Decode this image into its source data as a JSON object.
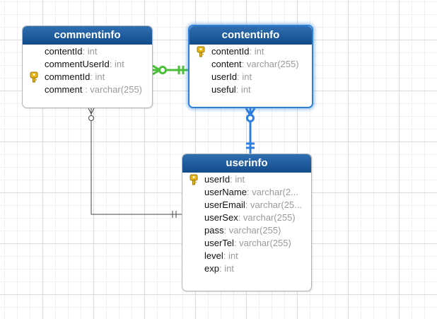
{
  "colors": {
    "header_top": "#2f6fb2",
    "header_bottom": "#124b8a",
    "selected_border": "#2d7fd8",
    "relation_green": "#4cbf3a",
    "relation_blue": "#2f7fe0",
    "relation_gray": "#444444",
    "key_icon": "#e6b416",
    "type_text": "#9a9a9a"
  },
  "entities": [
    {
      "id": "commentinfo",
      "title": "commentinfo",
      "selected": false,
      "fields": [
        {
          "name": "contentId",
          "type": ": int",
          "key": false
        },
        {
          "name": "commentUserId",
          "type": ": int",
          "key": false
        },
        {
          "name": "commentId",
          "type": ": int",
          "key": true
        },
        {
          "name": "comment",
          "type": " : varchar(255)",
          "key": false
        }
      ]
    },
    {
      "id": "contentinfo",
      "title": "contentinfo",
      "selected": true,
      "fields": [
        {
          "name": "contentId",
          "type": ": int",
          "key": true
        },
        {
          "name": "content",
          "type": ": varchar(255)",
          "key": false
        },
        {
          "name": "userId",
          "type": ": int",
          "key": false
        },
        {
          "name": "useful",
          "type": ": int",
          "key": false
        }
      ]
    },
    {
      "id": "userinfo",
      "title": "userinfo",
      "selected": false,
      "fields": [
        {
          "name": "userId",
          "type": ": int",
          "key": true
        },
        {
          "name": "userName",
          "type": ": varchar(2...",
          "key": false
        },
        {
          "name": "userEmail",
          "type": ": varchar(25...",
          "key": false
        },
        {
          "name": "userSex",
          "type": ": varchar(255)",
          "key": false
        },
        {
          "name": "pass",
          "type": ": varchar(255)",
          "key": false
        },
        {
          "name": "userTel",
          "type": ": varchar(255)",
          "key": false
        },
        {
          "name": "level",
          "type": ": int",
          "key": false
        },
        {
          "name": "exp",
          "type": ": int",
          "key": false
        }
      ]
    }
  ],
  "relations": [
    {
      "id": "commentinfo-contentinfo",
      "from": "commentinfo",
      "to": "contentinfo",
      "from_end": "zero-or-many",
      "to_end": "one-and-only-one",
      "color": "green",
      "highlighted": true
    },
    {
      "id": "contentinfo-userinfo",
      "from": "contentinfo",
      "to": "userinfo",
      "from_end": "zero-or-many",
      "to_end": "one-and-only-one",
      "color": "blue",
      "highlighted": true
    },
    {
      "id": "commentinfo-userinfo",
      "from": "commentinfo",
      "to": "userinfo",
      "from_end": "zero-or-many",
      "to_end": "one-and-only-one",
      "color": "gray",
      "highlighted": false
    }
  ]
}
